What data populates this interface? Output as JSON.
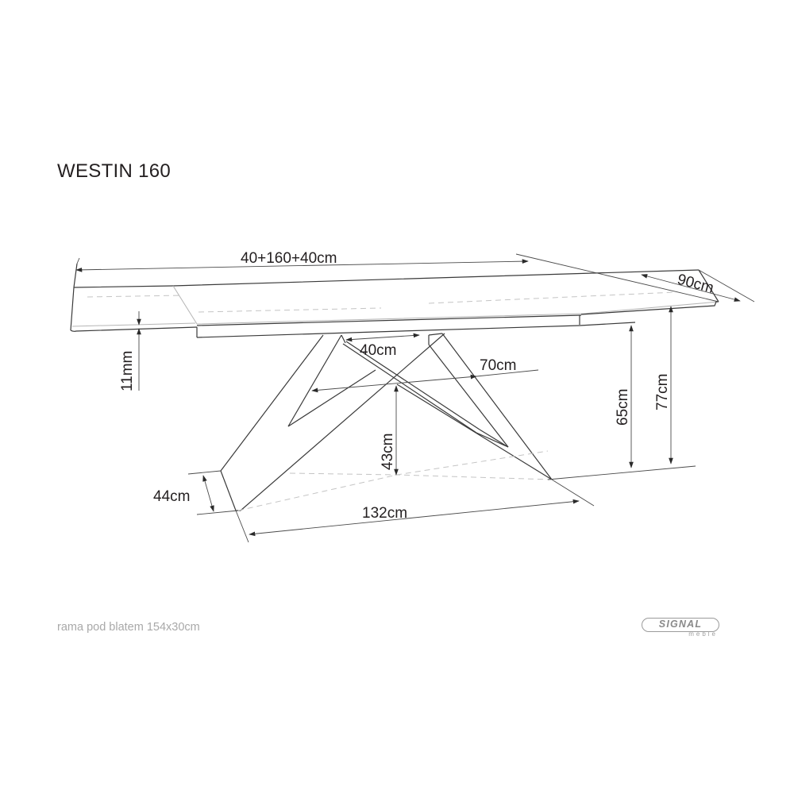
{
  "product": {
    "title": "WESTIN 160",
    "footnote": "rama pod blatem 154x30cm"
  },
  "brand": {
    "name": "SIGNAL",
    "sub": "meble",
    "color": "#8a8a8a"
  },
  "dimensions": {
    "length": "40+160+40cm",
    "depth": "90cm",
    "top_thickness": "11mm",
    "leg_top_width": "40cm",
    "leg_span_inner": "70cm",
    "frame_height": "65cm",
    "total_height": "77cm",
    "cross_height": "43cm",
    "foot_width": "44cm",
    "foot_span": "132cm"
  },
  "colors": {
    "line": "#3a3a3a",
    "text": "#231f20",
    "dashed": "#c4c4c4",
    "footnote": "#a9a9a9"
  }
}
